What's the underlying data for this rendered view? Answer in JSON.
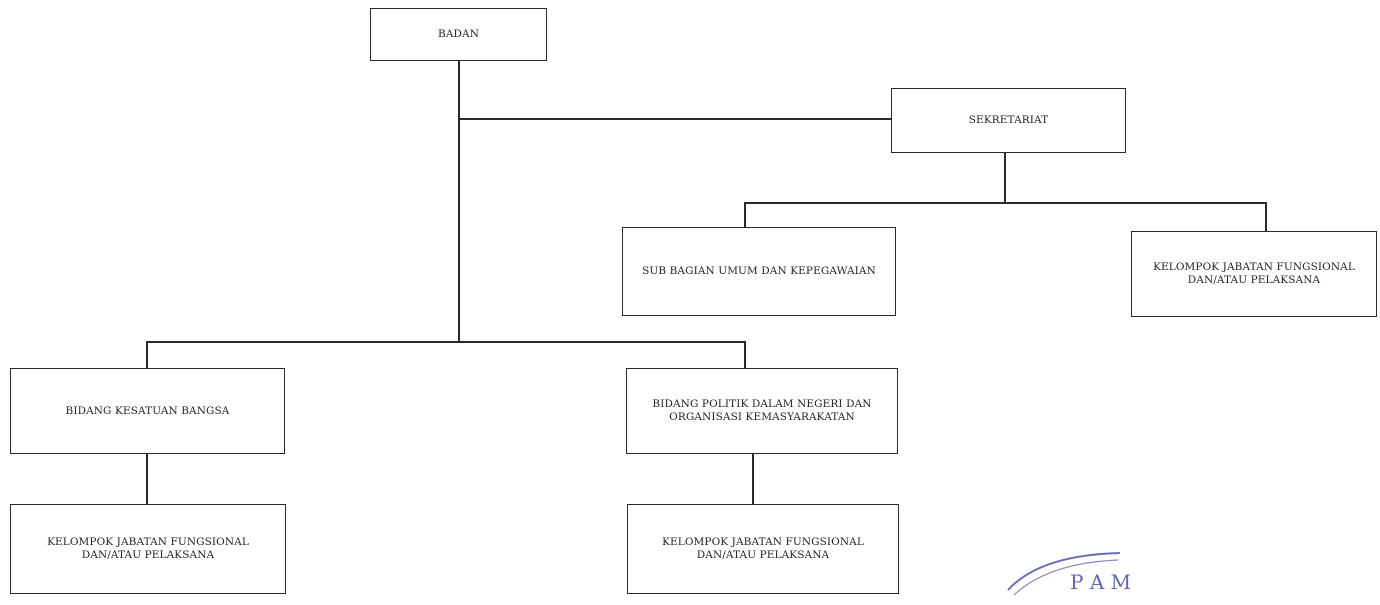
{
  "chart": {
    "root": "BADAN",
    "secretariat": "SEKRETARIAT",
    "secretariat_children": [
      "SUB BAGIAN UMUM DAN KEPEGAWAIAN",
      "KELOMPOK JABATAN FUNGSIONAL\nDAN/ATAU PELAKSANA"
    ],
    "divisions": [
      "BIDANG KESATUAN BANGSA",
      "BIDANG POLITIK DALAM NEGERI DAN\nORGANISASI KEMASYARAKATAN"
    ],
    "division_children": [
      "KELOMPOK JABATAN FUNGSIONAL\nDAN/ATAU PELAKSANA",
      "KELOMPOK JABATAN FUNGSIONAL\nDAN/ATAU PELAKSANA"
    ]
  },
  "stamp_text": "P A M",
  "colors": {
    "line": "#2a2a2a",
    "stamp": "#3b3f9e"
  }
}
